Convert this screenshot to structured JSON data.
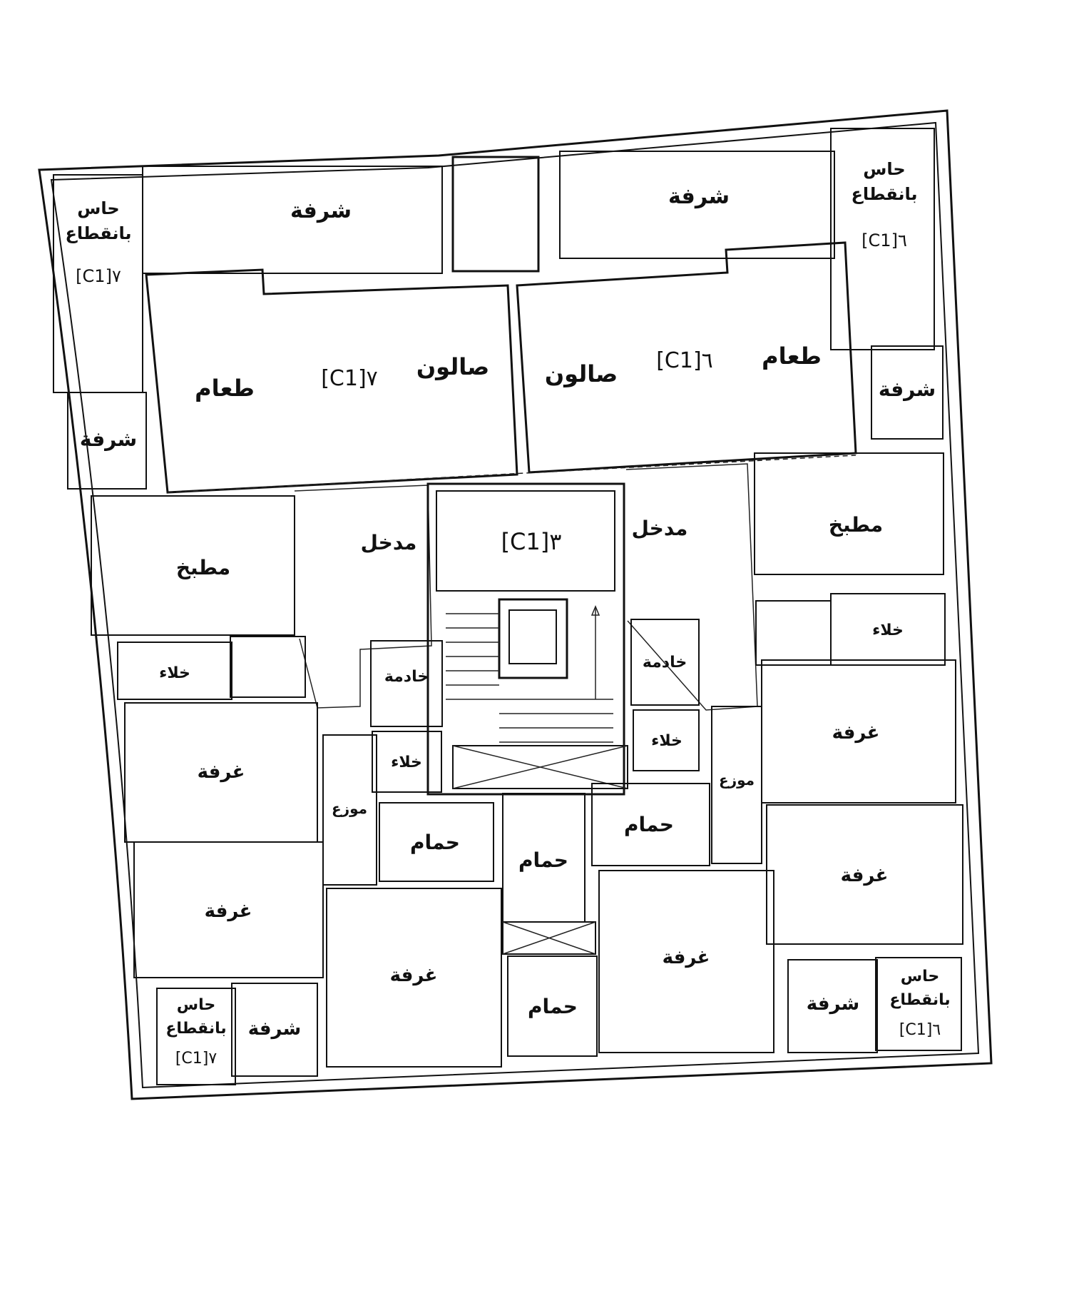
{
  "plan": {
    "labels": {
      "balcony": "شرفة",
      "dining": "طعام",
      "salon": "صالون",
      "kitchen": "مطبخ",
      "entrance": "مدخل",
      "toilet": "خلاء",
      "maid": "خادمة",
      "storage": "موزع",
      "room": "غرفة",
      "bath": "حمام",
      "shaft_line1": "حاس",
      "shaft_line2": "بانقطاع"
    },
    "codes": {
      "unit_left": "[C1]٧",
      "unit_right": "[C1]٦",
      "core": "[C1]٣",
      "shaft_bottom": "[C1]٦"
    }
  }
}
